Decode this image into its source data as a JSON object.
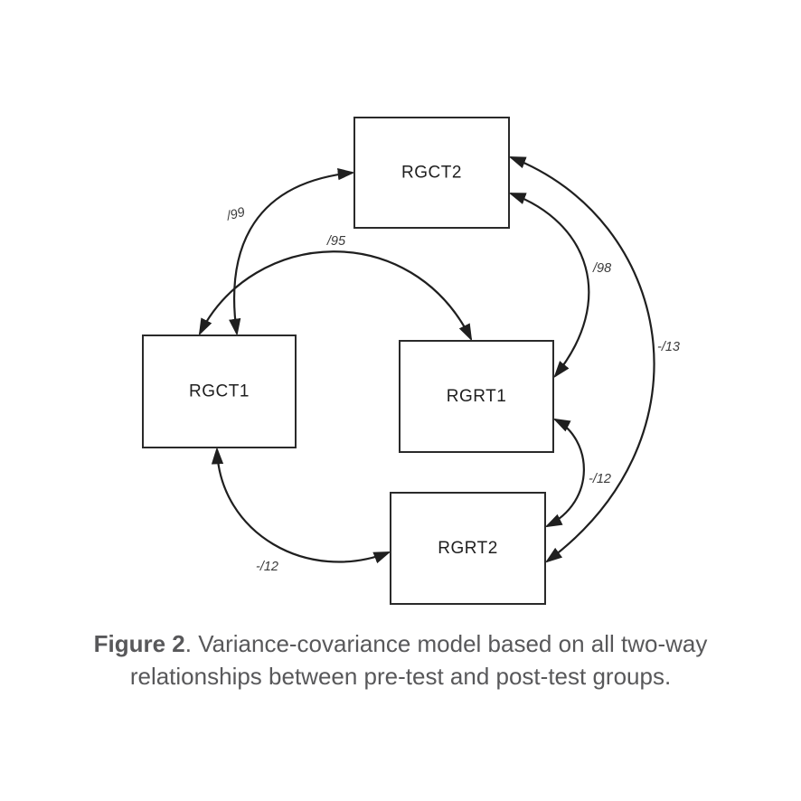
{
  "figure": {
    "boxes": [
      {
        "id": "rgct2",
        "label": "RGCT2"
      },
      {
        "id": "rgct1",
        "label": "RGCT1"
      },
      {
        "id": "rgrt1",
        "label": "RGRT1"
      },
      {
        "id": "rgrt2",
        "label": "RGRT2"
      }
    ],
    "edges": [
      {
        "from": "RGCT1",
        "to": "RGCT2",
        "label": "/99"
      },
      {
        "from": "RGCT1",
        "to": "RGRT1",
        "label": "/95"
      },
      {
        "from": "RGCT2",
        "to": "RGRT1",
        "label": "/98"
      },
      {
        "from": "RGCT2",
        "to": "RGRT2",
        "label": "-/13"
      },
      {
        "from": "RGRT1",
        "to": "RGRT2",
        "label": "-/12"
      },
      {
        "from": "RGCT1",
        "to": "RGRT2",
        "label": "-/12"
      }
    ],
    "caption": {
      "figure_label": "Figure 2",
      "line1_rest": ". Variance-covariance model based on all two-way",
      "line2": "relationships between pre-test and post-test groups."
    },
    "colors": {
      "line": "#1f1f1f",
      "box_border": "#2a2a2a",
      "box_fill": "#ffffff",
      "caption_text": "#58585a",
      "background": "#ffffff"
    }
  }
}
